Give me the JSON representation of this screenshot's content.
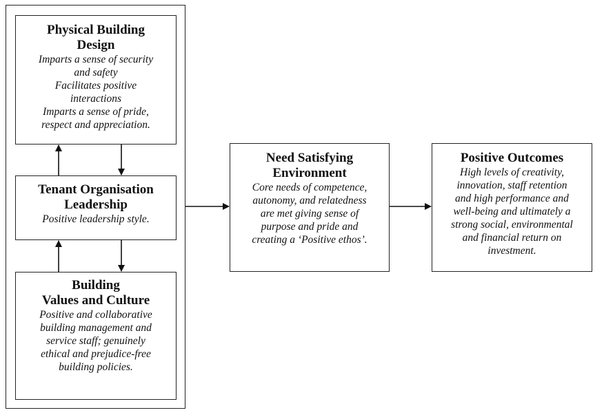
{
  "physical": {
    "title_lines": [
      "Physical Building",
      "Design"
    ],
    "body_lines": [
      "Imparts a sense of security",
      "and safety",
      "Facilitates positive",
      "interactions",
      "Imparts a sense of pride,",
      "respect and appreciation."
    ]
  },
  "leadership": {
    "title_lines": [
      "Tenant Organisation",
      "Leadership"
    ],
    "body_lines": [
      "Positive leadership style."
    ]
  },
  "values": {
    "title_lines": [
      "Building",
      "Values and Culture"
    ],
    "body_lines": [
      "Positive and collaborative",
      "building management and",
      "service staff; genuinely",
      "ethical and prejudice-free",
      "building policies."
    ]
  },
  "need": {
    "title_lines": [
      "Need Satisfying",
      "Environment"
    ],
    "body_lines": [
      "Core needs of competence,",
      "autonomy, and relatedness",
      "are met giving sense of",
      "purpose and pride and",
      "creating a ‘Positive ethos’."
    ]
  },
  "outcomes": {
    "title_lines": [
      "Positive Outcomes"
    ],
    "body_lines": [
      "High levels of creativity,",
      "innovation, staff retention",
      "and high performance and",
      "well-being and ultimately a",
      "strong social, environmental",
      "and financial return on",
      "investment."
    ]
  }
}
